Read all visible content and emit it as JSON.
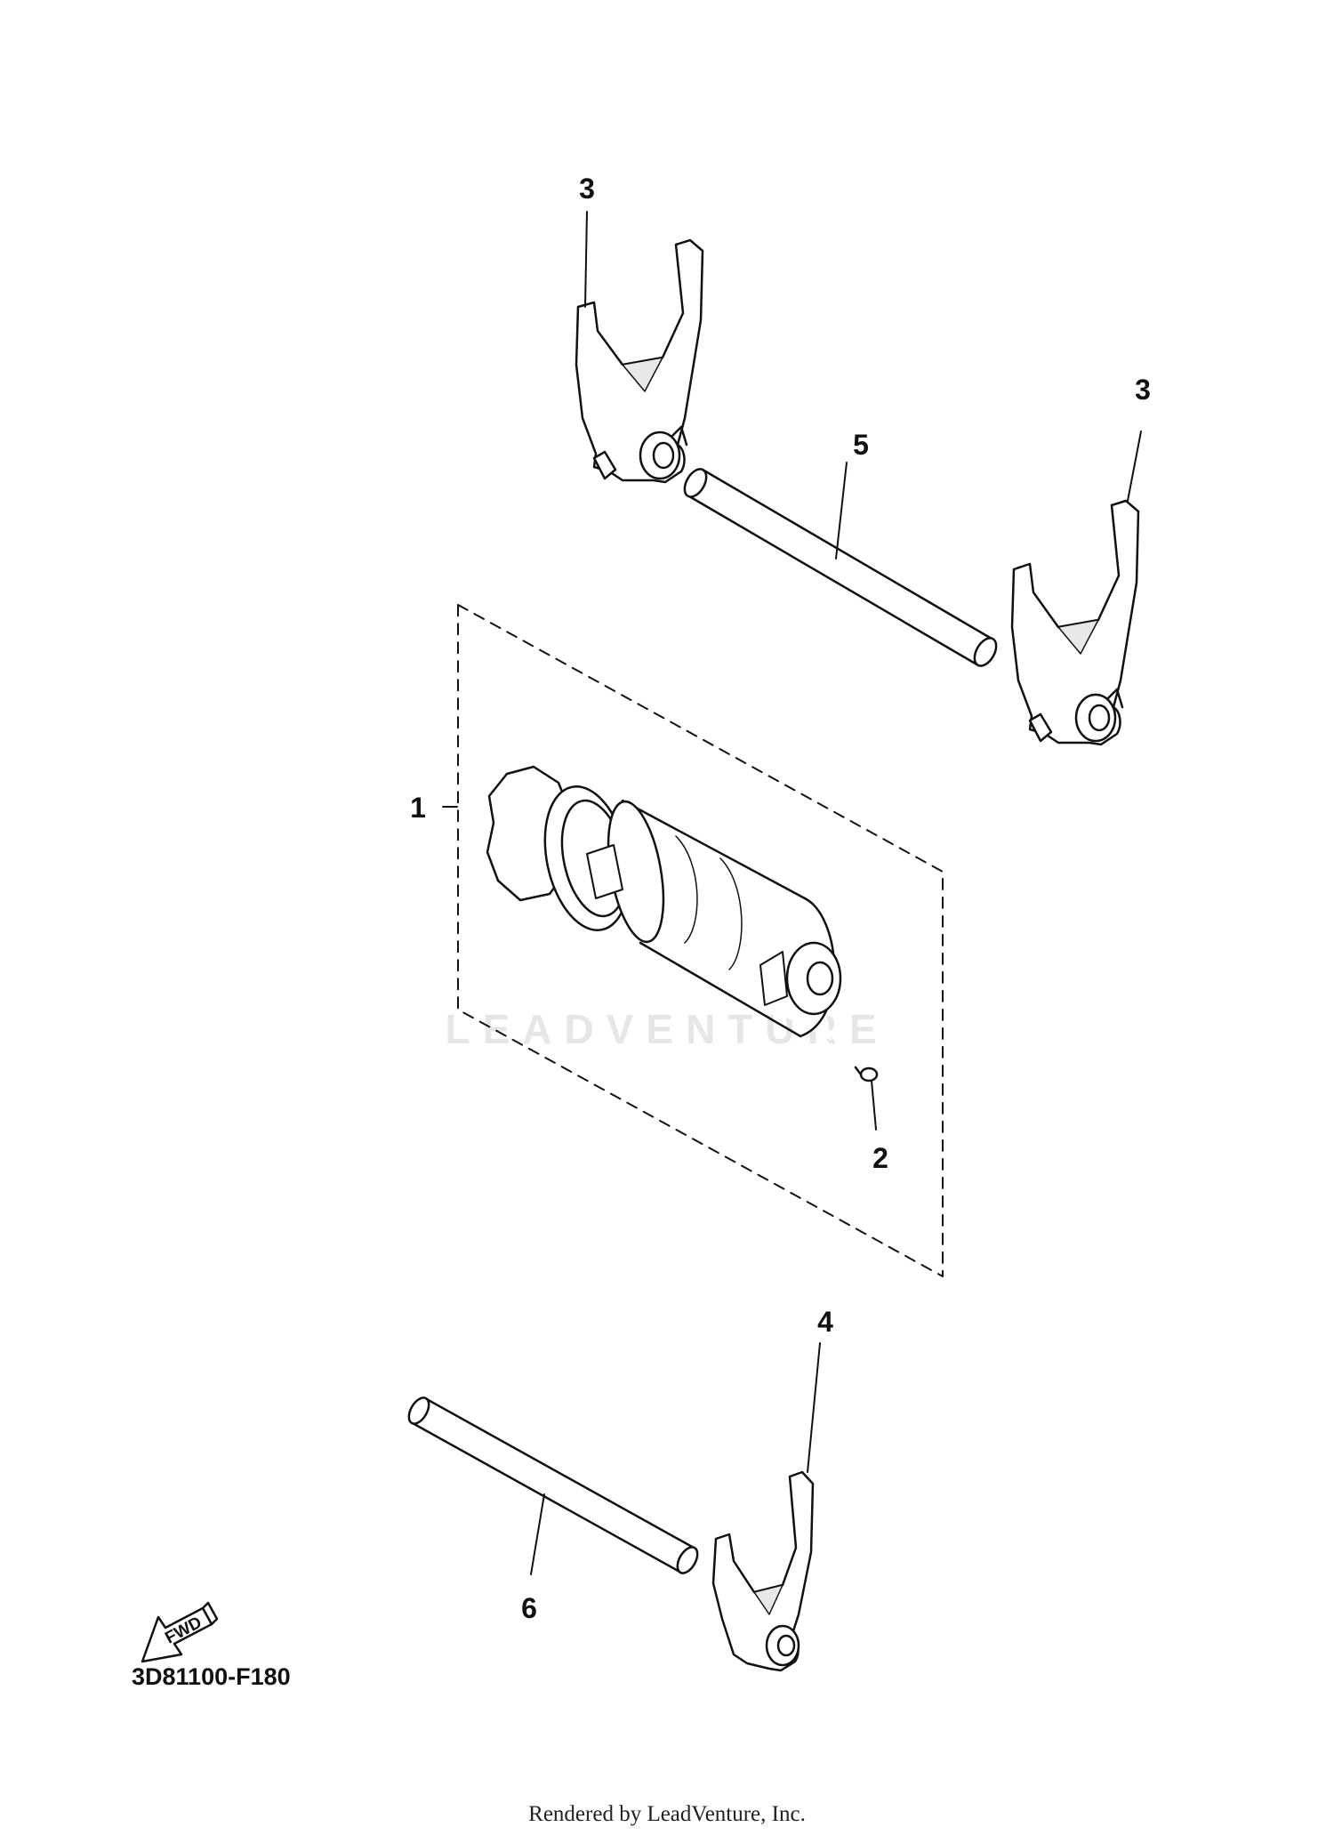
{
  "callouts": [
    {
      "id": "1",
      "label": "1"
    },
    {
      "id": "2",
      "label": "2"
    },
    {
      "id": "3a",
      "label": "3"
    },
    {
      "id": "3b",
      "label": "3"
    },
    {
      "id": "4",
      "label": "4"
    },
    {
      "id": "5",
      "label": "5"
    },
    {
      "id": "6",
      "label": "6"
    }
  ],
  "diagram_code": "3D81100-F180",
  "fwd_label": "FWD",
  "watermark": "LEADVENTURE",
  "footer": "Rendered by LeadVenture, Inc.",
  "colors": {
    "line": "#111111",
    "fill": "#ffffff",
    "shade": "#e8e8e8",
    "watermark": "#e6e6e6"
  }
}
